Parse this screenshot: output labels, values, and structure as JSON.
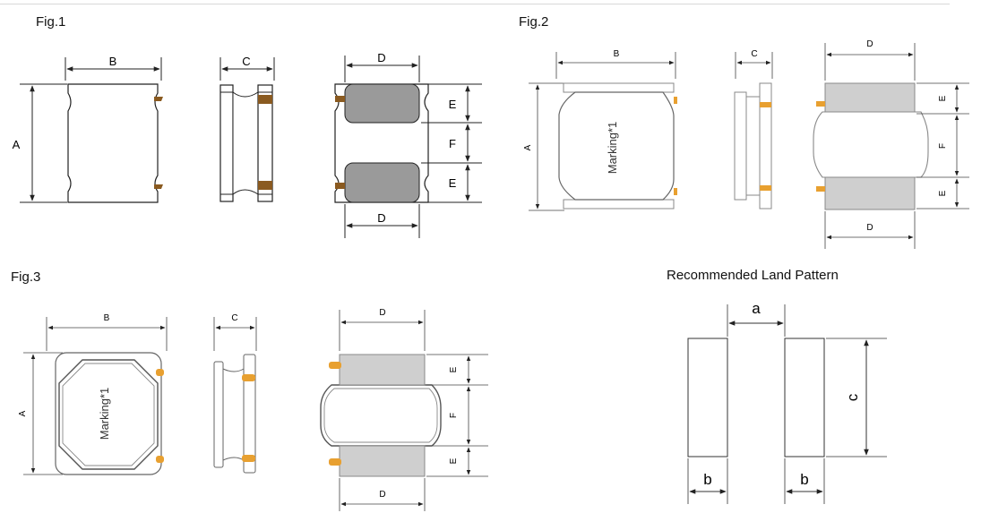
{
  "figures": {
    "fig1": {
      "title": "Fig.1",
      "labels": {
        "a": "A",
        "b": "B",
        "c": "C",
        "d_top": "D",
        "d_bottom": "D",
        "e_top": "E",
        "f": "F",
        "e_bottom": "E"
      }
    },
    "fig2": {
      "title": "Fig.2",
      "marking": "Marking*1",
      "labels": {
        "a": "A",
        "b": "B",
        "c": "C",
        "d_top": "D",
        "d_bottom": "D",
        "e_top": "E",
        "f": "F",
        "e_bottom": "E"
      }
    },
    "fig3": {
      "title": "Fig.3",
      "marking": "Marking*1",
      "labels": {
        "a": "A",
        "b": "B",
        "c": "C",
        "d_top": "D",
        "d_bottom": "D",
        "e_top": "E",
        "f": "F",
        "e_bottom": "E"
      }
    },
    "land": {
      "title": "Recommended Land Pattern",
      "labels": {
        "a": "a",
        "b_left": "b",
        "b_right": "b",
        "c": "c"
      }
    }
  },
  "colors": {
    "line": "#222222",
    "pad": "#9a9a9a",
    "pad_light": "#cfcfcf",
    "terminal": "#8a5a20",
    "terminal_orange": "#e8a030",
    "body_fill": "#ffffff"
  }
}
